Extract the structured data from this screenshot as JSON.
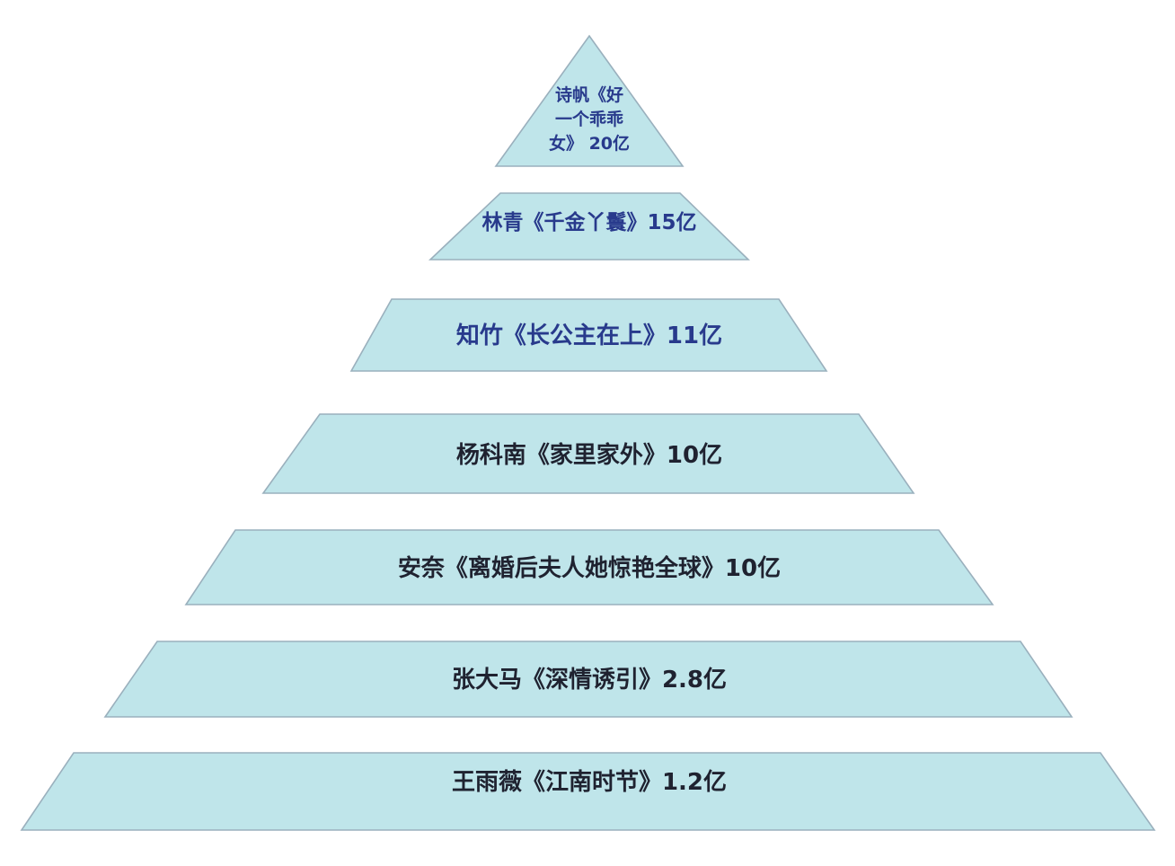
{
  "colors": {
    "fill": "#bfe5ea",
    "stroke": "#9ab0bd",
    "text_blue": "#283a8c",
    "text_dark": "#1f2230"
  },
  "tiers": [
    {
      "lines": [
        "诗帆《好",
        "一个乖乖",
        "女》 20亿"
      ],
      "color": "text_blue"
    },
    {
      "lines": [
        "林青《千金丫鬟》15亿"
      ],
      "color": "text_blue"
    },
    {
      "lines": [
        "知竹《长公主在上》11亿"
      ],
      "color": "text_blue"
    },
    {
      "lines": [
        "杨科南《家里家外》10亿"
      ],
      "color": "text_dark"
    },
    {
      "lines": [
        "安奈《离婚后夫人她惊艳全球》10亿"
      ],
      "color": "text_dark"
    },
    {
      "lines": [
        "张大马《深情诱引》2.8亿"
      ],
      "color": "text_dark"
    },
    {
      "lines": [
        "王雨薇《江南时节》1.2亿"
      ],
      "color": "text_dark"
    }
  ]
}
